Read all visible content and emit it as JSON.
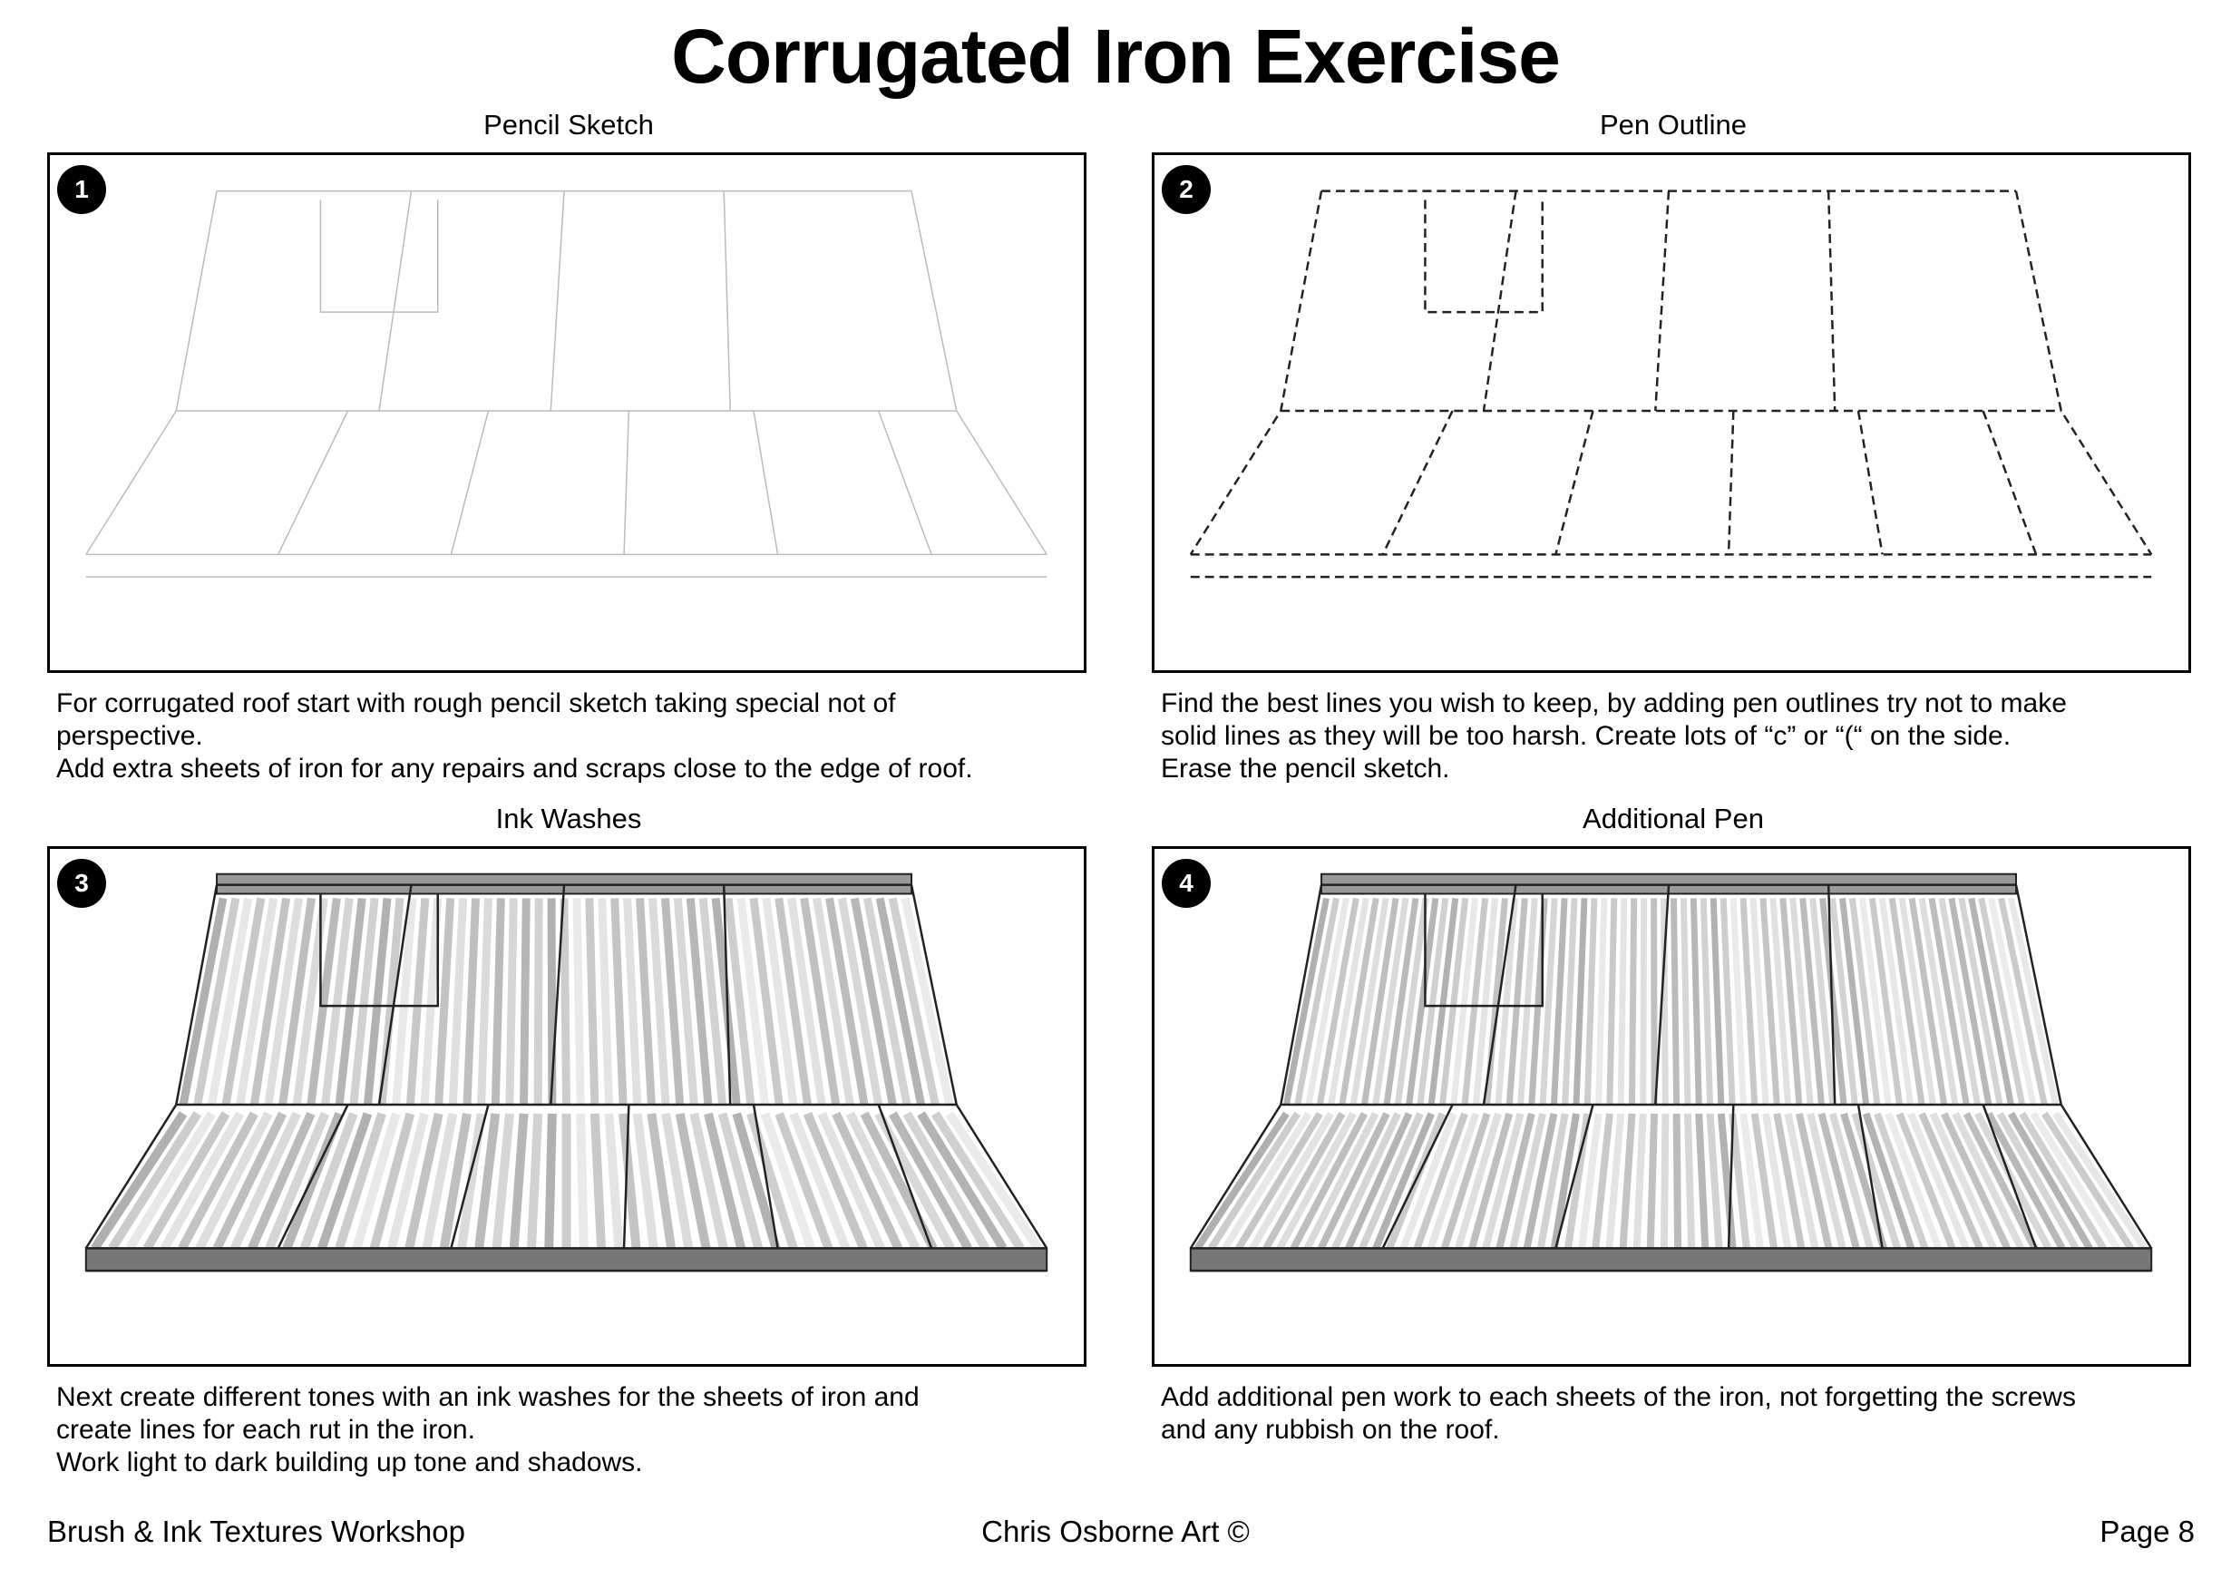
{
  "title": "Corrugated Iron Exercise",
  "panels": [
    {
      "number": "1",
      "caption": "Pencil Sketch",
      "lines": [
        "For corrugated roof start with rough pencil sketch taking special not of",
        "perspective.",
        "Add extra sheets of iron for any repairs and scraps close to the edge of roof."
      ]
    },
    {
      "number": "2",
      "caption": "Pen Outline",
      "lines": [
        "Find the best lines you wish to keep, by adding pen outlines try not to make",
        "solid lines as they will be too harsh. Create lots of “c” or “(“ on the side.",
        "Erase the pencil sketch."
      ]
    },
    {
      "number": "3",
      "caption": "Ink Washes",
      "lines": [
        "Next create different tones with an ink washes for the sheets of iron and",
        "create lines for each rut in the iron.",
        "Work light to dark building up tone and shadows."
      ]
    },
    {
      "number": "4",
      "caption": "Additional Pen",
      "lines": [
        "Add additional pen work to each sheets of the iron, not forgetting the screws",
        "and any rubbish on the roof."
      ]
    }
  ],
  "footer": {
    "left": "Brush & Ink Textures Workshop",
    "center": "Chris Osborne Art ©",
    "right": "Page 8"
  }
}
